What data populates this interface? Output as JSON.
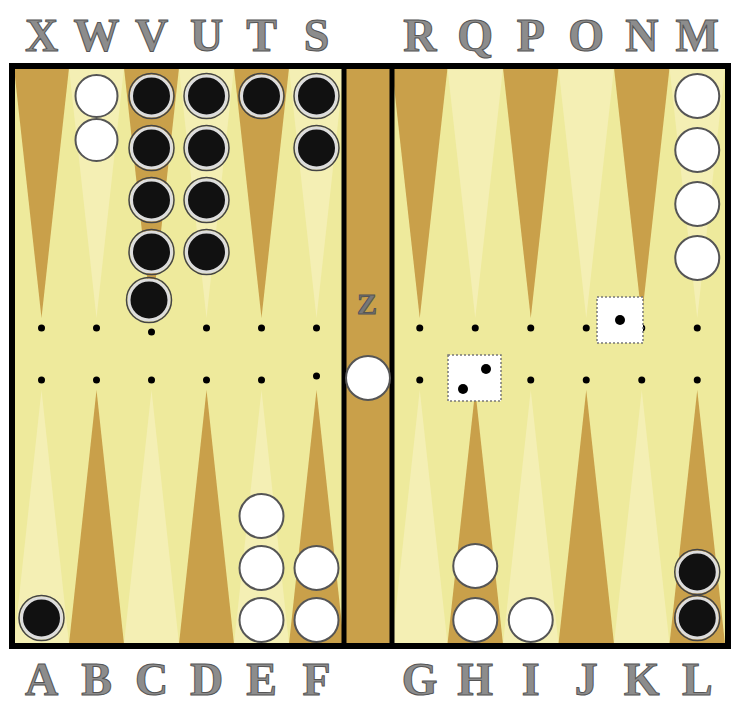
{
  "diagram": {
    "labels": [
      "X",
      "W",
      "V",
      "U",
      "T",
      "S",
      "R",
      "Q",
      "P",
      "O",
      "N",
      "M",
      "Z",
      "A",
      "B",
      "C",
      "D",
      "E",
      "F",
      "G",
      "H",
      "I",
      "J",
      "K",
      "L"
    ]
  }
}
